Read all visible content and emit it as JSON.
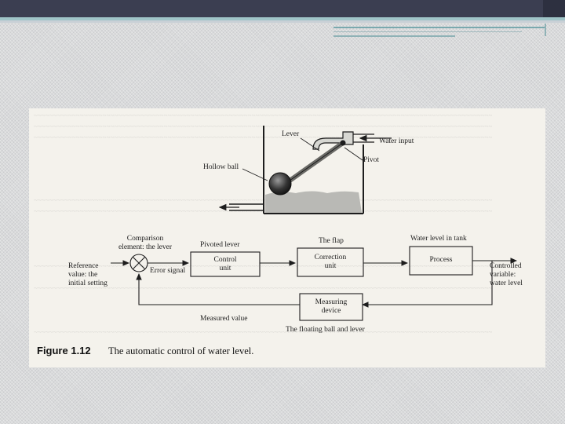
{
  "figure": {
    "number": "Figure 1.12",
    "caption": "The automatic control of water level."
  },
  "illustration": {
    "lever": "Lever",
    "water_input": "Water input",
    "pivot": "Pivot",
    "hollow_ball": "Hollow ball"
  },
  "diagram": {
    "comparison": "Comparison\nelement: the lever",
    "reference": "Reference\nvalue: the\ninitial setting",
    "error_signal": "Error signal",
    "pivoted_lever": "Pivoted lever",
    "control_unit": "Control\nunit",
    "the_flap": "The flap",
    "correction_unit": "Correction\nunit",
    "water_level_tank": "Water level in tank",
    "process": "Process",
    "controlled_variable": "Controlled\nvariable:\nwater level",
    "measuring_device": "Measuring\ndevice",
    "floating_ball": "The floating ball and lever",
    "measured_value": "Measured value"
  },
  "colors": {
    "header": "#3b3e51",
    "accent": "#9fc4c8",
    "ink": "#1d1d1d",
    "paper": "#f4f2ec"
  }
}
